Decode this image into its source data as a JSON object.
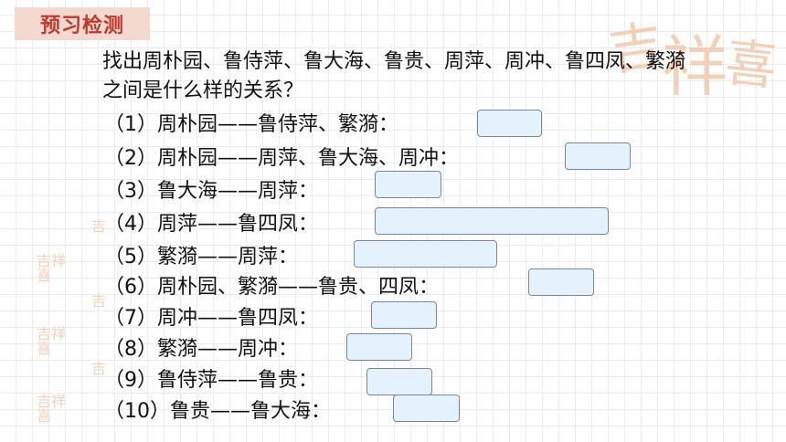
{
  "header": {
    "title": "预习检测"
  },
  "question": "找出周朴园、鲁侍萍、鲁大海、鲁贵、周萍、周冲、鲁四凤、繁漪之间是什么样的关系？",
  "items": [
    {
      "label": "（1）周朴园——鲁侍萍、繁漪："
    },
    {
      "label": "（2）周朴园——周萍、鲁大海、周冲："
    },
    {
      "label": "（3）鲁大海——周萍："
    },
    {
      "label": "（4）周萍——鲁四凤："
    },
    {
      "label": "（5）繁漪——周萍："
    },
    {
      "label": "（6）周朴园、繁漪——鲁贵、四凤："
    },
    {
      "label": "（7）周冲——鲁四凤："
    },
    {
      "label": "（8）繁漪——周冲："
    },
    {
      "label": "（9）鲁侍萍——鲁贵："
    },
    {
      "label": "（10）鲁贵——鲁大海："
    }
  ],
  "decor": {
    "seal_chars": [
      "吉",
      "祥",
      "喜"
    ],
    "color": "#f1c8ac"
  }
}
